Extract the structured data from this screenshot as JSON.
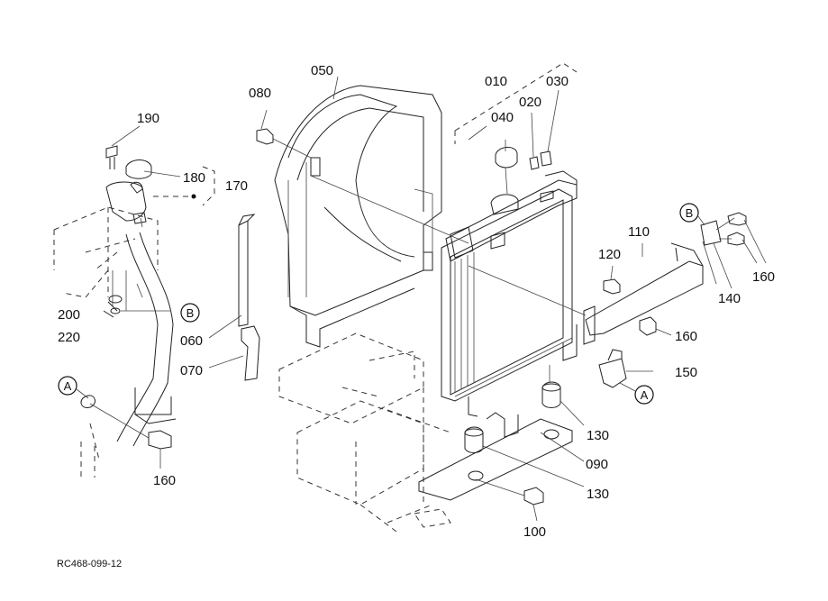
{
  "drawing_code": "RC468-099-12",
  "part_labels": {
    "p010": "010",
    "p020": "020",
    "p030": "030",
    "p040": "040",
    "p050": "050",
    "p060": "060",
    "p070": "070",
    "p080": "080",
    "p090": "090",
    "p100": "100",
    "p110": "110",
    "p120": "120",
    "p130a": "130",
    "p130b": "130",
    "p140": "140",
    "p150": "150",
    "p160a": "160",
    "p160b": "160",
    "p160c": "160",
    "p170": "170",
    "p180": "180",
    "p190": "190",
    "p200": "200",
    "p220": "220"
  },
  "reference_marks": {
    "a_left": "A",
    "a_right": "A",
    "b_left": "B",
    "b_right": "B"
  }
}
